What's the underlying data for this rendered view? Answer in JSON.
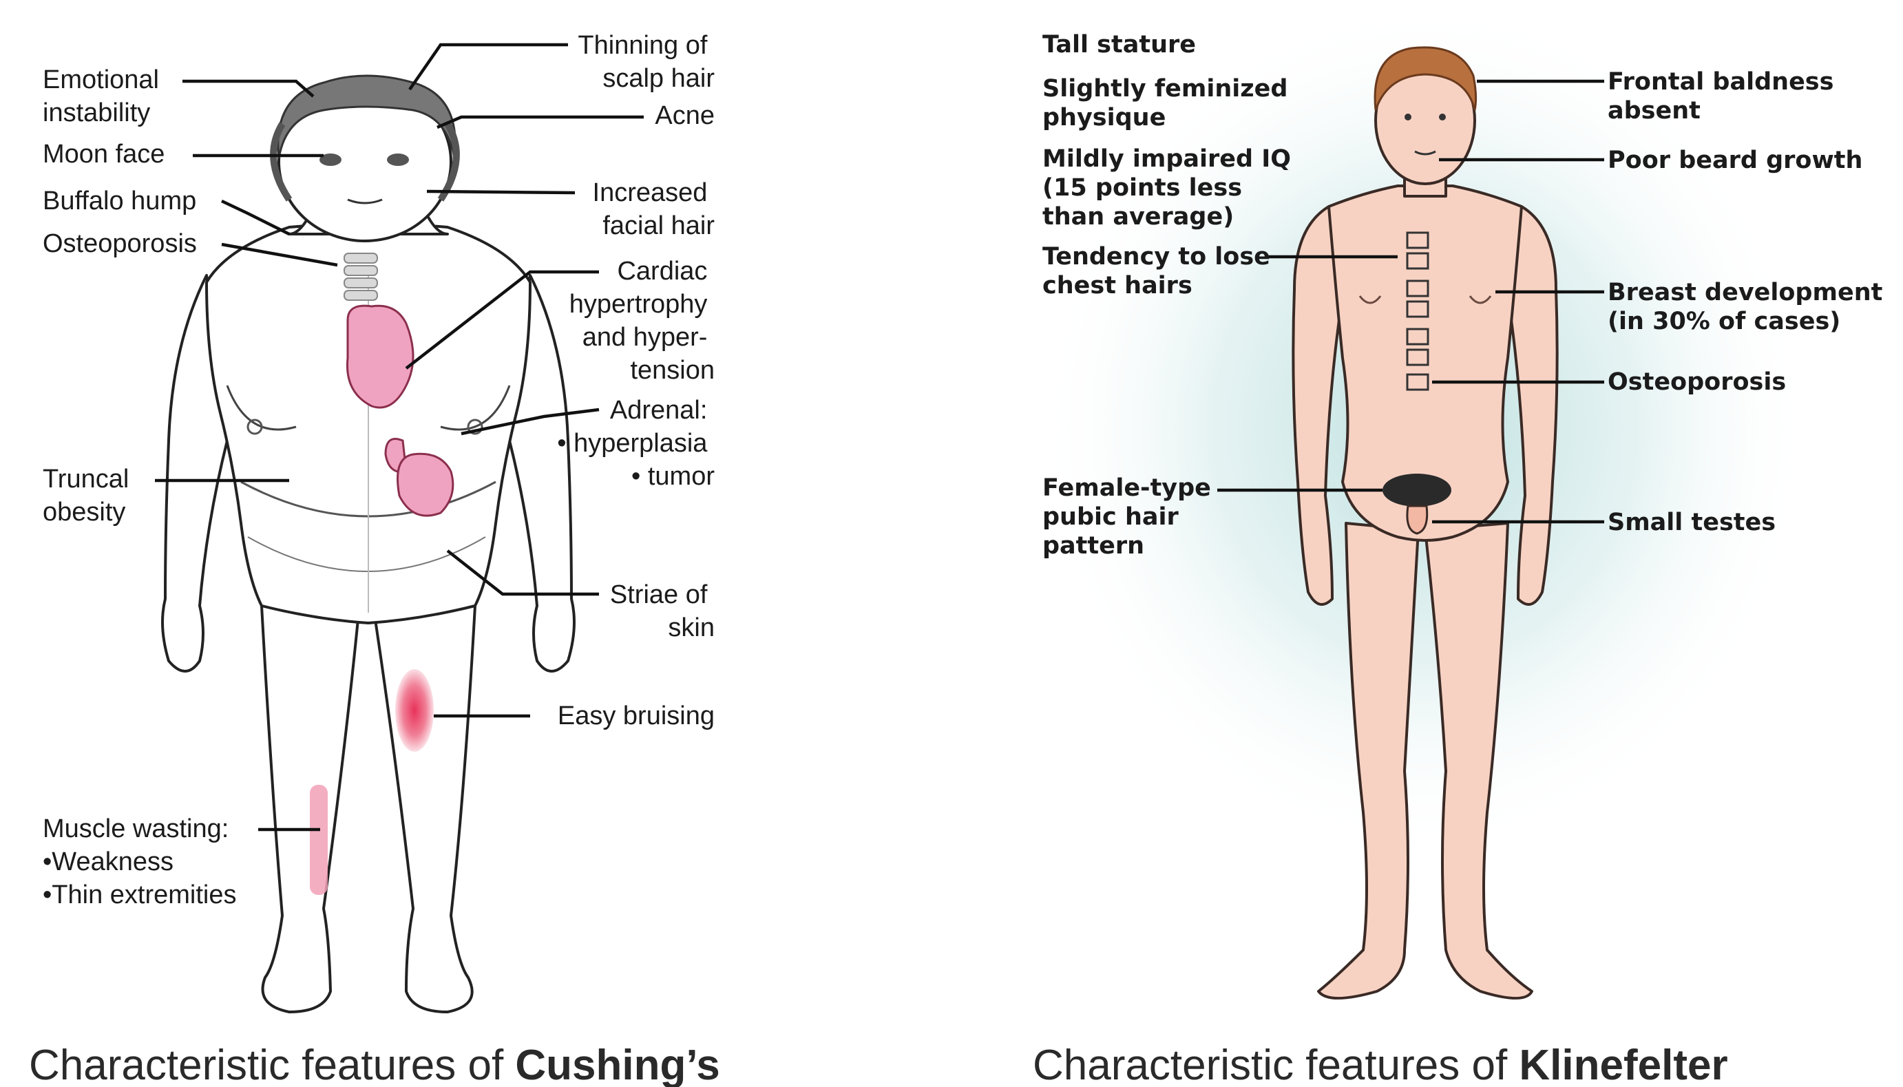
{
  "cushing": {
    "labels": {
      "emotional": [
        "Emotional",
        "instability"
      ],
      "thinning": [
        "Thinning of",
        "scalp hair"
      ],
      "acne": [
        "Acne"
      ],
      "moon": [
        "Moon face"
      ],
      "facial_hair": [
        "Increased",
        "facial hair"
      ],
      "buffalo": [
        "Buffalo hump"
      ],
      "osteoporosis": [
        "Osteoporosis"
      ],
      "cardiac": [
        "Cardiac",
        "hypertrophy",
        "and hyper-",
        "tension"
      ],
      "adrenal": [
        "Adrenal:",
        "• hyperplasia",
        "• tumor"
      ],
      "truncal": [
        "Truncal",
        "obesity"
      ],
      "striae": [
        "Striae of",
        "skin"
      ],
      "bruising": [
        "Easy bruising"
      ],
      "muscle": [
        "Muscle wasting:",
        "•Weakness",
        "•Thin extremities"
      ]
    },
    "caption": {
      "prefix": "Characteristic features of ",
      "bold": "Cushing’s"
    }
  },
  "klinefelter": {
    "labels": {
      "tall": [
        "Tall stature"
      ],
      "feminized": [
        "Slightly feminized",
        "physique"
      ],
      "iq": [
        "Mildly impaired IQ",
        "(15 points less",
        "than average)"
      ],
      "chest_hair": [
        "Tendency to lose",
        "chest hairs"
      ],
      "pubic": [
        "Female-type",
        "pubic hair",
        "pattern"
      ],
      "baldness": [
        "Frontal baldness",
        "absent"
      ],
      "beard": [
        "Poor beard growth"
      ],
      "breast": [
        "Breast development",
        "(in 30% of cases)"
      ],
      "osteoporosis": [
        "Osteoporosis"
      ],
      "testes": [
        "Small testes"
      ]
    },
    "caption": {
      "prefix": "Characteristic features of ",
      "bold": "Klinefelter"
    }
  },
  "colors": {
    "organ_pink": "#f0a3c0",
    "bruise_red": "#e8325a",
    "skin": "#f7d2c3",
    "hair_brown": "#b8703e",
    "glow_teal": "#b9dede"
  }
}
